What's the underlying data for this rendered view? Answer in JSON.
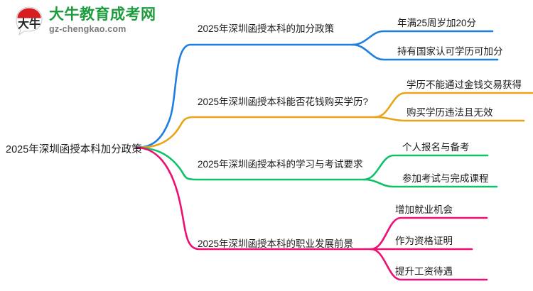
{
  "logo": {
    "mark_text": "大牛",
    "title": "大牛教育成考网",
    "domain": "gz-chengkao.com",
    "brand_green": "#1c9c3c",
    "brand_red": "#d61d20"
  },
  "mindmap": {
    "root": {
      "label": "2025年深圳函授本科加分政策"
    },
    "colors": {
      "branch1": "#1f7fe0",
      "branch2": "#e9a314",
      "branch3": "#0ec26a",
      "branch4": "#ed0f72"
    },
    "branches": [
      {
        "label": "2025年深圳函授本科的加分政策",
        "color": "#1f7fe0",
        "leaves": [
          {
            "label": "年满25周岁加20分"
          },
          {
            "label": "持有国家认可学历可加分"
          }
        ]
      },
      {
        "label": "2025年深圳函授本科能否花钱购买学历?",
        "color": "#e9a314",
        "leaves": [
          {
            "label": "学历不能通过金钱交易获得"
          },
          {
            "label": "购买学历违法且无效"
          }
        ]
      },
      {
        "label": "2025年深圳函授本科的学习与考试要求",
        "color": "#0ec26a",
        "leaves": [
          {
            "label": "个人报名与备考"
          },
          {
            "label": "参加考试与完成课程"
          }
        ]
      },
      {
        "label": "2025年深圳函授本科的职业发展前景",
        "color": "#ed0f72",
        "leaves": [
          {
            "label": "增加就业机会"
          },
          {
            "label": "作为资格证明"
          },
          {
            "label": "提升工资待遇"
          }
        ]
      }
    ]
  }
}
